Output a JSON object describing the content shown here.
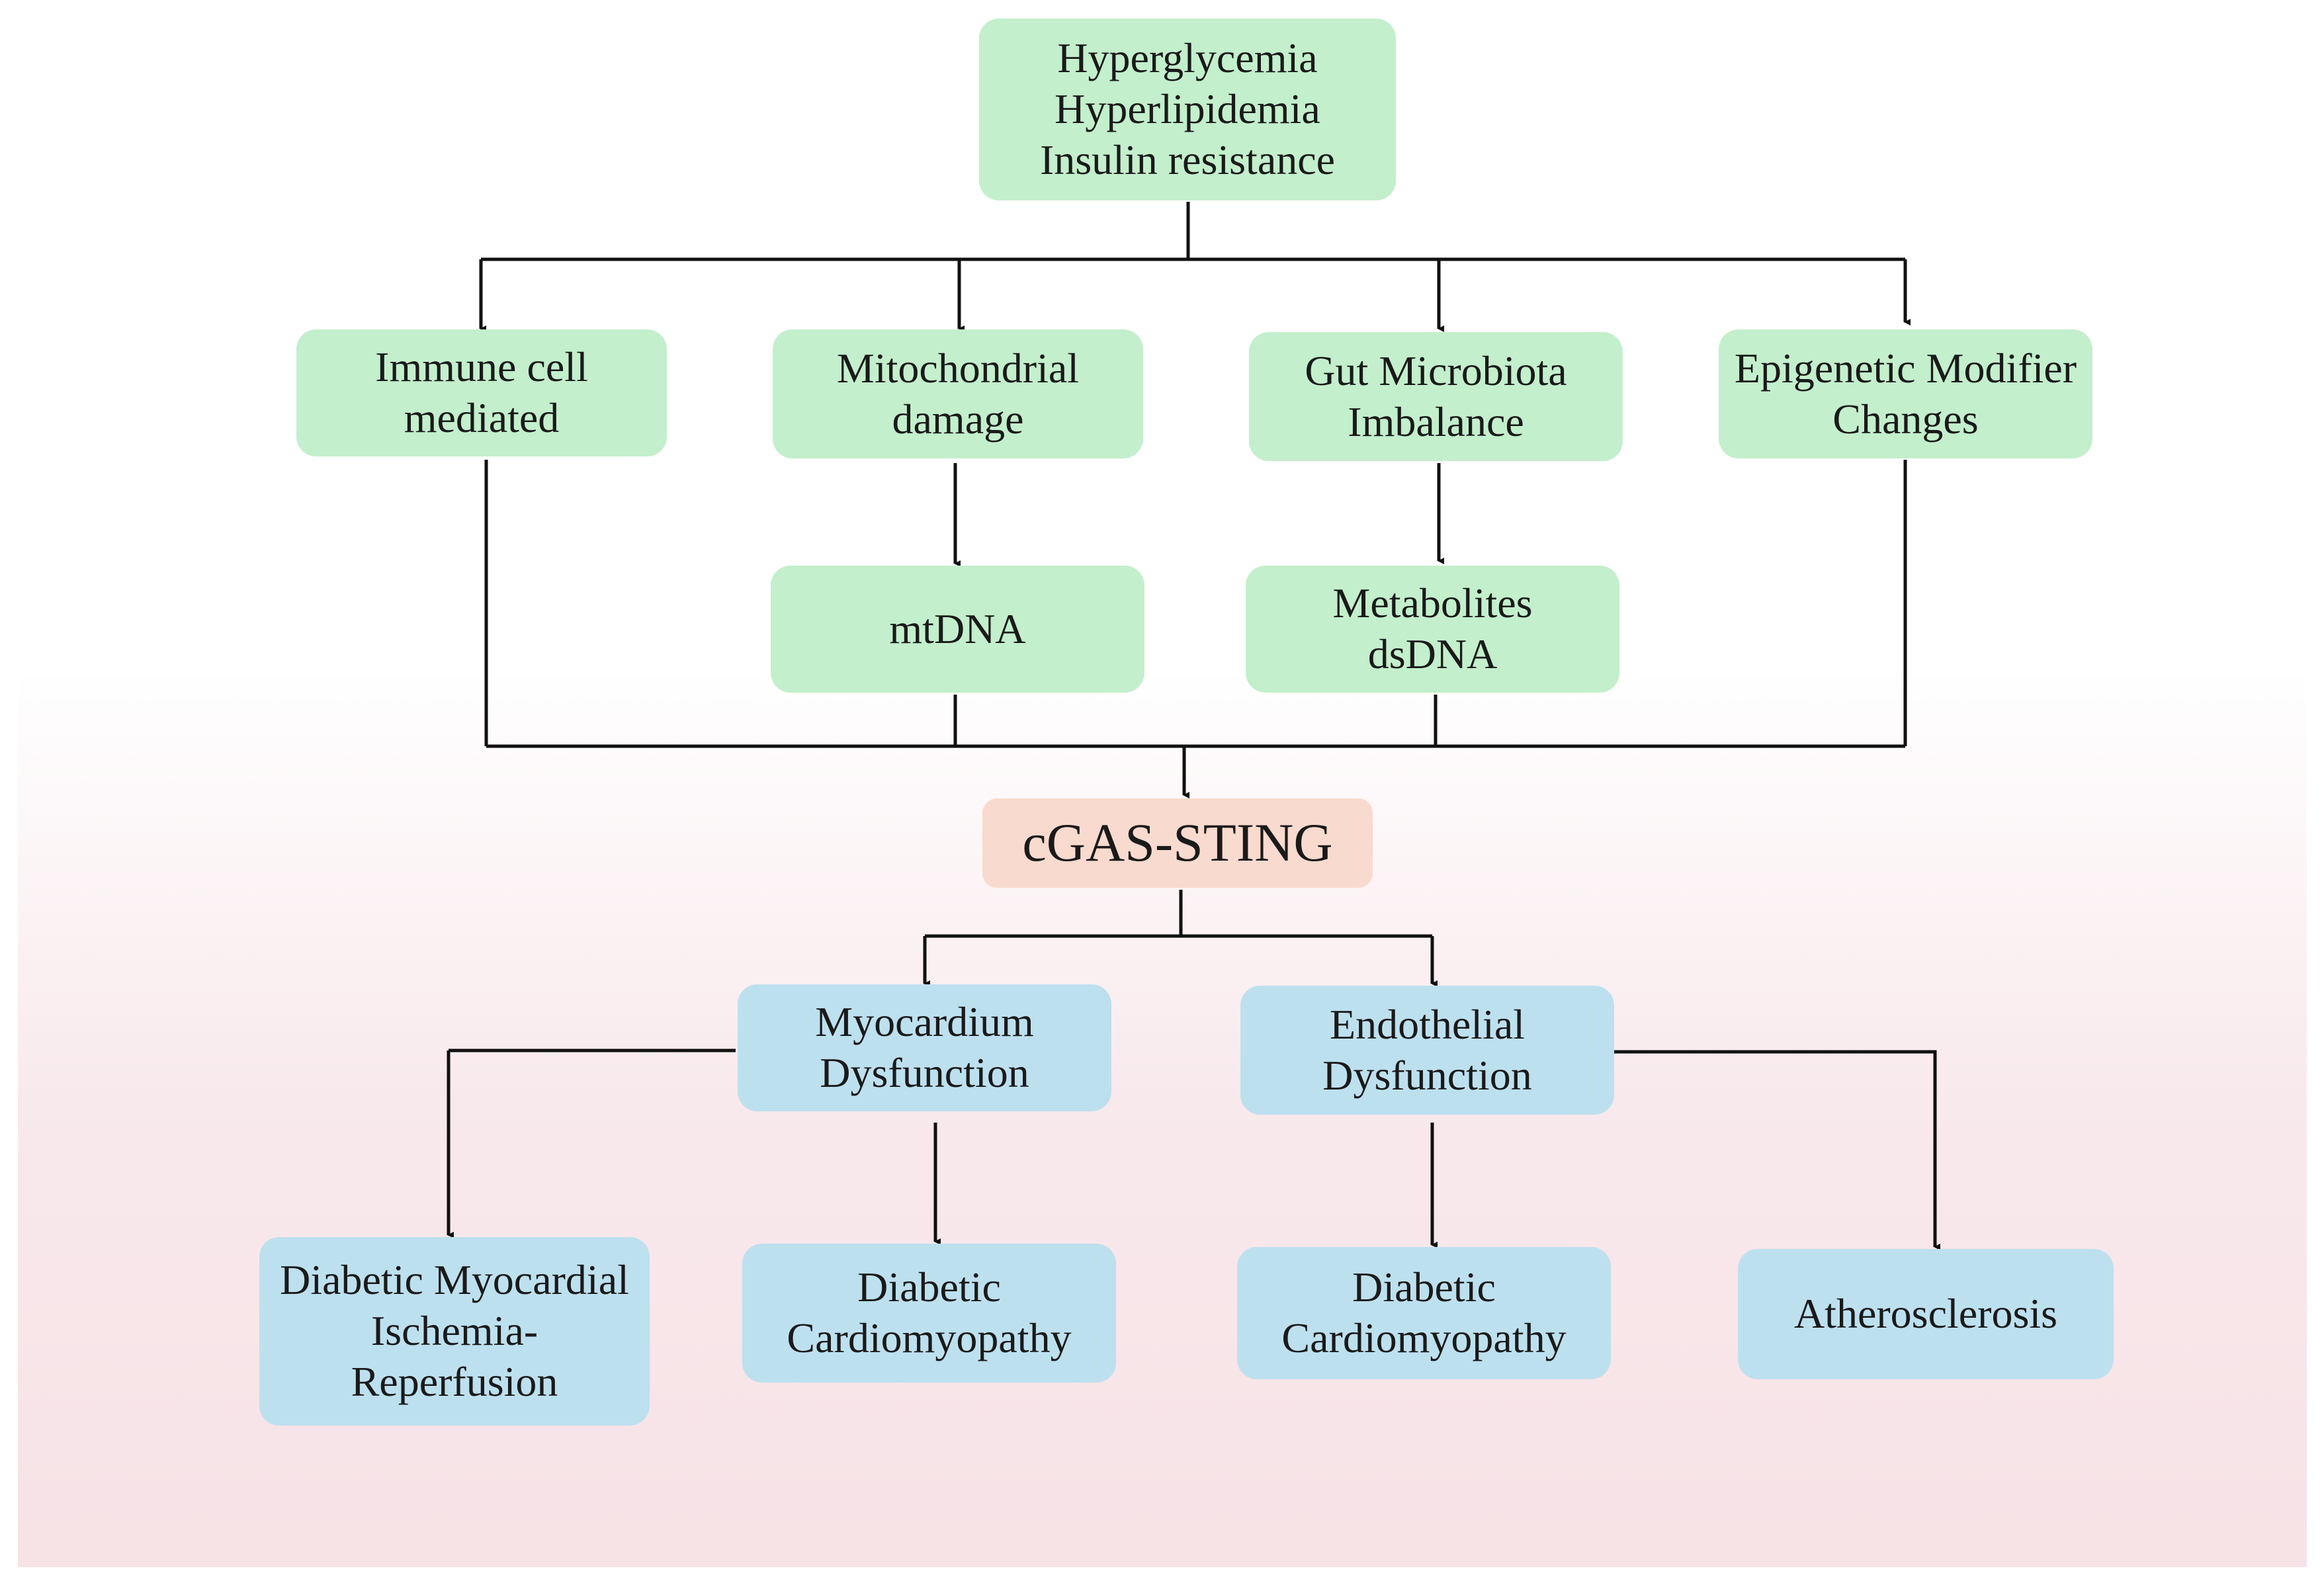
{
  "nodes": {
    "root": {
      "lines": [
        "Hyperglycemia",
        "Hyperlipidemia",
        "Insulin resistance"
      ]
    },
    "immune": {
      "lines": [
        "Immune cell",
        "mediated"
      ]
    },
    "mito": {
      "lines": [
        "Mitochondrial",
        "damage"
      ]
    },
    "gut": {
      "lines": [
        "Gut Microbiota",
        "Imbalance"
      ]
    },
    "epi": {
      "lines": [
        "Epigenetic Modifier",
        "Changes"
      ]
    },
    "mtdna": {
      "lines": [
        "mtDNA"
      ]
    },
    "metab": {
      "lines": [
        "Metabolites",
        "dsDNA"
      ]
    },
    "cgas": {
      "lines": [
        "cGAS-STING"
      ]
    },
    "myo": {
      "lines": [
        "Myocardium",
        "Dysfunction"
      ]
    },
    "endo": {
      "lines": [
        "Endothelial",
        "Dysfunction"
      ]
    },
    "dmir": {
      "lines": [
        "Diabetic Myocardial",
        "Ischemia-",
        "Reperfusion"
      ]
    },
    "dcm1": {
      "lines": [
        "Diabetic",
        "Cardiomyopathy"
      ]
    },
    "dcm2": {
      "lines": [
        "Diabetic",
        "Cardiomyopathy"
      ]
    },
    "athero": {
      "lines": [
        "Atherosclerosis"
      ]
    }
  },
  "colors": {
    "cause_box": "#c3efcc",
    "core_box": "#f8dace",
    "outcome_box": "#bde0ef",
    "connector": "#111111"
  }
}
